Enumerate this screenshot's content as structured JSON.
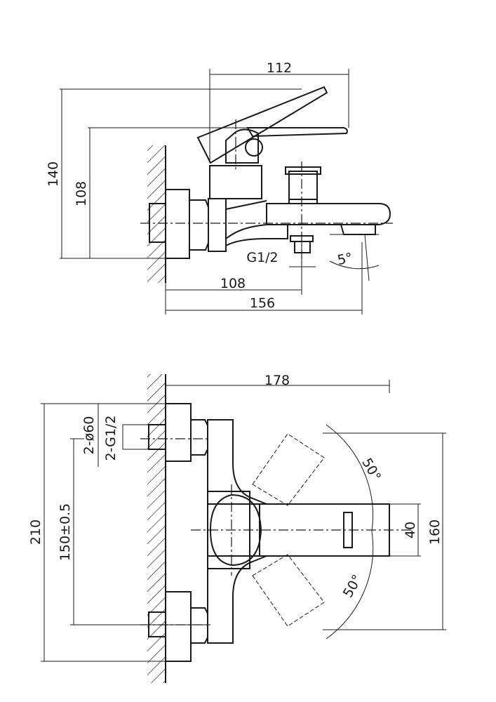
{
  "side_view": {
    "dim_top_width": "112",
    "dim_height_total": "140",
    "dim_height_handle": "108",
    "dim_thread": "G1/2",
    "dim_angle": "5°",
    "dim_outlet": "108",
    "dim_reach": "156"
  },
  "front_view": {
    "dim_width": "178",
    "dim_diameter": "2-ø60",
    "dim_thread": "2-G1/2",
    "dim_height_total": "210",
    "dim_centers": "150±0.5",
    "dim_handle_height": "40",
    "dim_arc_height": "160",
    "dim_angle_top": "50°",
    "dim_angle_bottom": "50°"
  }
}
